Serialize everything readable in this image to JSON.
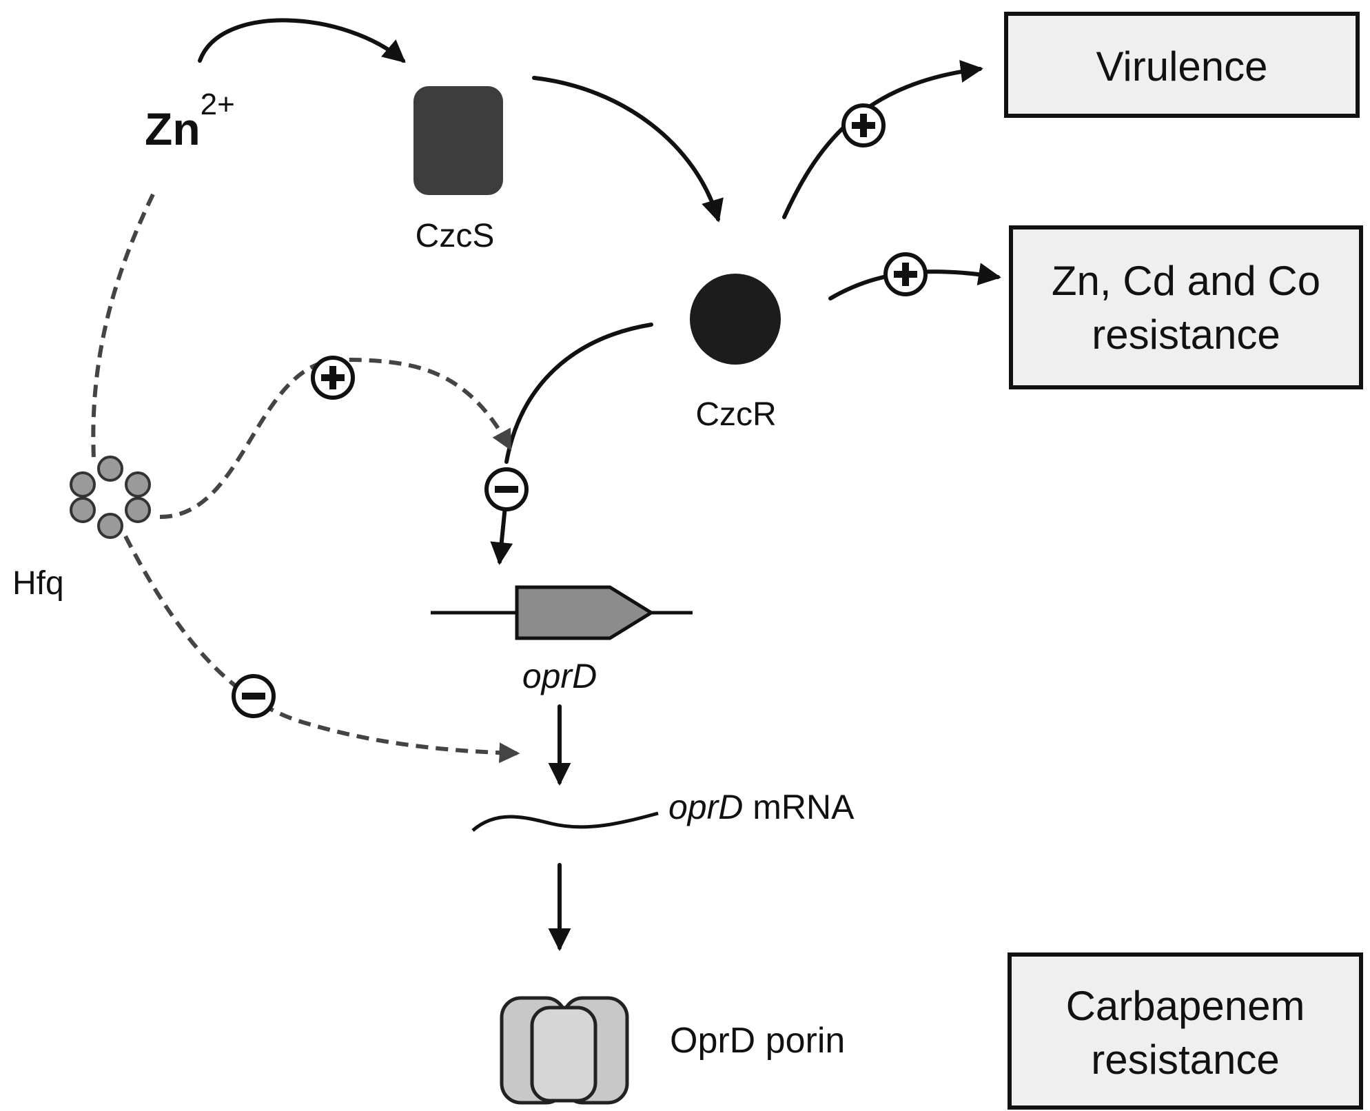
{
  "ion": {
    "symbol": "Zn",
    "charge": "2+"
  },
  "nodes": {
    "czcs": "CzcS",
    "czcr": "CzcR",
    "hfq": "Hfq",
    "gene": "oprD",
    "mrna_italic": "oprD",
    "mrna_suffix": " mRNA",
    "porin": "OprD porin"
  },
  "outcomes": {
    "virulence": "Virulence",
    "metal_line1": "Zn, Cd and Co",
    "metal_line2": "resistance",
    "carbapenem_line1": "Carbapenem",
    "carbapenem_line2": "resistance"
  },
  "colors": {
    "czcs_fill": "#3d3d3d",
    "czcr_fill": "#1c1c1c",
    "hfq_subunit": "#9a9a9a",
    "gene_fill": "#8c8c8c",
    "porin_fill": "#c8c8c8",
    "box_fill": "#efefef",
    "dashed_line": "#444444"
  },
  "icons": {
    "activation": "plus-sign",
    "repression": "minus-sign"
  }
}
